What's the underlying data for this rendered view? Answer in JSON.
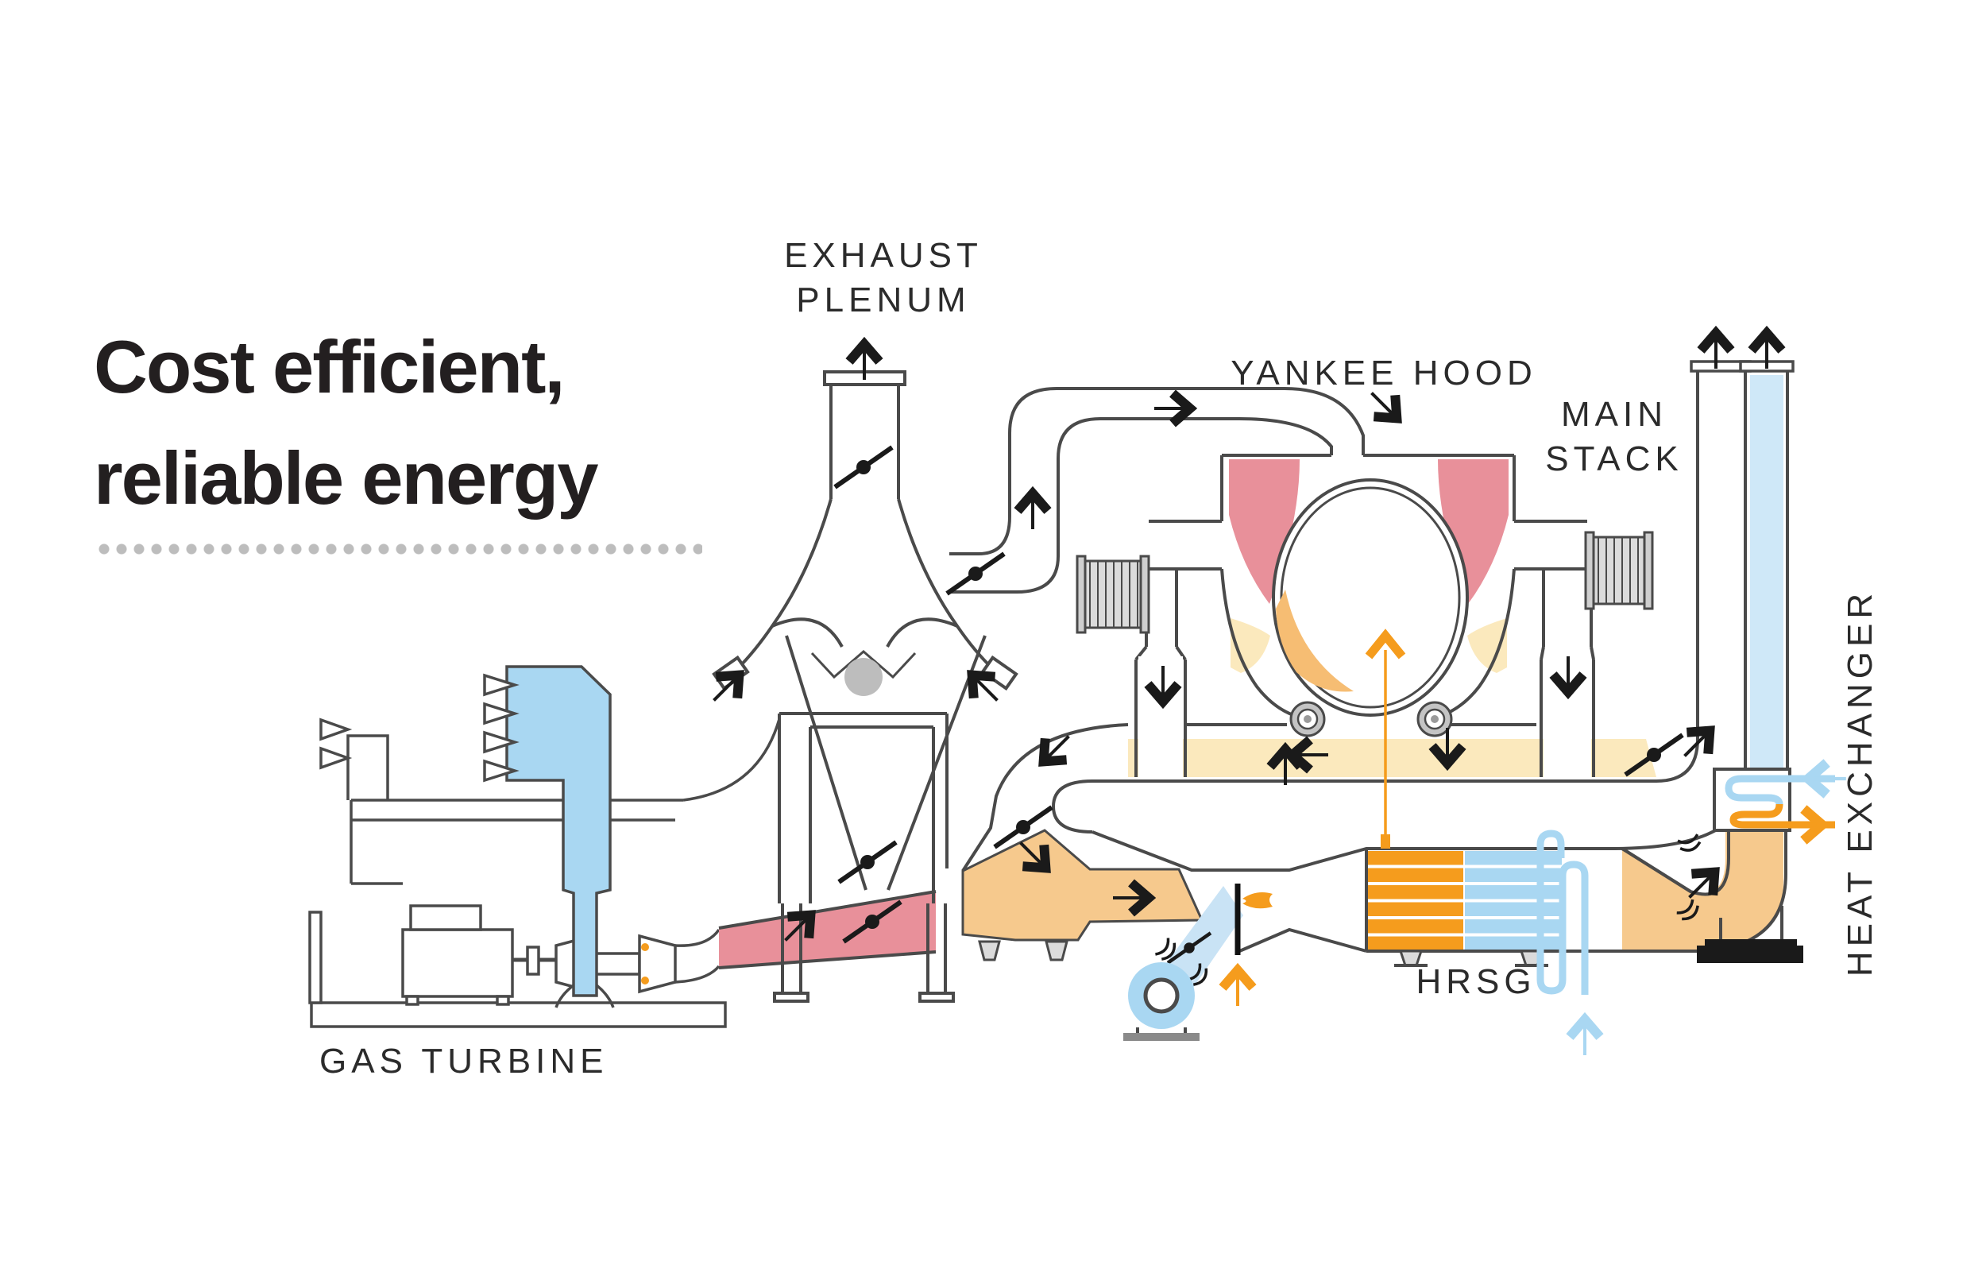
{
  "title": {
    "line1": "Cost efficient,",
    "line2": "reliable energy"
  },
  "diagram": {
    "labels": {
      "exhaust_plenum_line1": "EXHAUST",
      "exhaust_plenum_line2": "PLENUM",
      "yankee_hood": "YANKEE HOOD",
      "main_stack_line1": "MAIN",
      "main_stack_line2": "STACK",
      "gas_turbine": "GAS TURBINE",
      "hrsg": "HRSG",
      "heat_exchanger": "HEAT EXCHANGER"
    },
    "icons": [
      "up-arrow-icon",
      "right-arrow-icon",
      "down-arrow-icon",
      "left-arrow-icon",
      "diagonal-arrow-icon",
      "damper-valve-icon",
      "burner-flame-icon",
      "fan-blower-icon",
      "expansion-joint-icon"
    ]
  },
  "colors": {
    "line": "#4A4A4A",
    "arrow": "#1A1A1A",
    "hot": "#E8909A",
    "warm": "#F6C98D",
    "return": "#FBE9BD",
    "heat": "#F59C1D",
    "crescent": "#F6BD73",
    "cool": "#A9D7F2",
    "cool_light": "#C9E3F5",
    "stack": "#CFE8F8",
    "metal": "#DBDBDB",
    "metal_dark": "#BDBDBD",
    "base": "#1A1A1A",
    "title": "#231F20",
    "label": "#2B2B2B",
    "dots": "#BDBDBD"
  }
}
